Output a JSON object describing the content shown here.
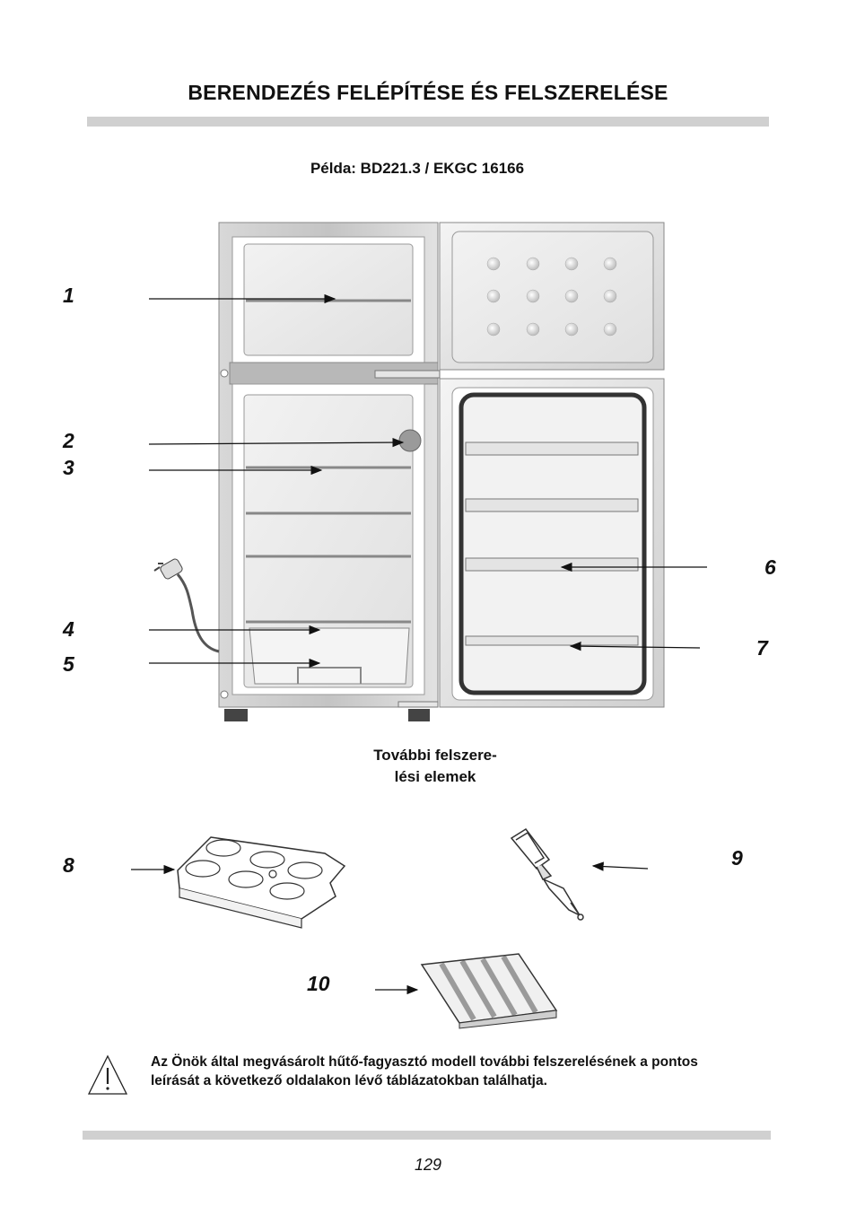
{
  "page": {
    "title": "BERENDEZÉS FELÉPÍTÉSE ÉS FELSZERELÉSE",
    "subtitle": "Példa: BD221.3 / EKGC 16166",
    "extras_line1": "További felszere-",
    "extras_line2": "lési elemek",
    "note_line1": "Az Önök által megvásárolt hűtő-fagyasztó modell további felszerelésének a pontos",
    "note_line2": "leírását a következő oldalakon lévő táblázatokban találhatja.",
    "page_number": "129"
  },
  "callouts": [
    "1",
    "2",
    "3",
    "4",
    "5",
    "6",
    "7",
    "8",
    "9",
    "10"
  ],
  "icons": [
    "warning-triangle-icon",
    "power-plug-icon"
  ],
  "colors": {
    "rule": "#d0d0d0",
    "ink": "#111111"
  }
}
